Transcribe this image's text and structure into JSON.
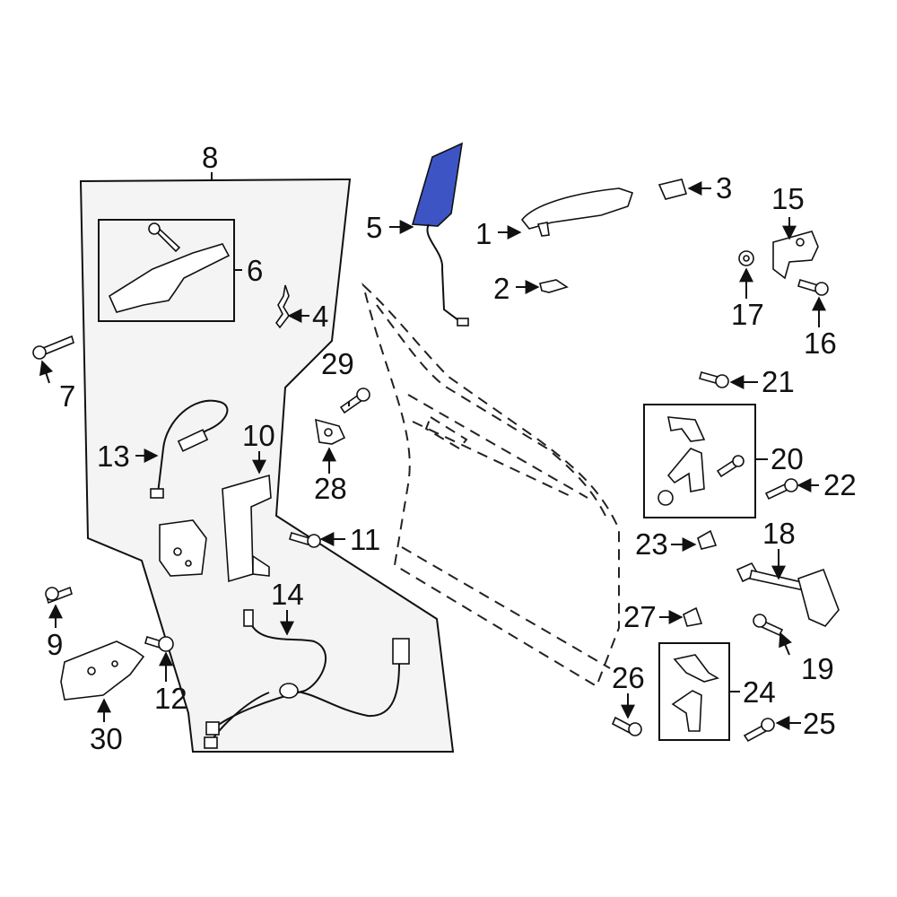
{
  "diagram": {
    "highlight_color": "#3d55c4",
    "callouts": [
      {
        "id": "p1",
        "label": "1"
      },
      {
        "id": "p2",
        "label": "2"
      },
      {
        "id": "p3",
        "label": "3"
      },
      {
        "id": "p4",
        "label": "4"
      },
      {
        "id": "p5",
        "label": "5"
      },
      {
        "id": "p6",
        "label": "6"
      },
      {
        "id": "p7",
        "label": "7"
      },
      {
        "id": "p8",
        "label": "8"
      },
      {
        "id": "p9",
        "label": "9"
      },
      {
        "id": "p10",
        "label": "10"
      },
      {
        "id": "p11",
        "label": "11"
      },
      {
        "id": "p12",
        "label": "12"
      },
      {
        "id": "p13",
        "label": "13"
      },
      {
        "id": "p14",
        "label": "14"
      },
      {
        "id": "p15",
        "label": "15"
      },
      {
        "id": "p16",
        "label": "16"
      },
      {
        "id": "p17",
        "label": "17"
      },
      {
        "id": "p18",
        "label": "18"
      },
      {
        "id": "p19",
        "label": "19"
      },
      {
        "id": "p20",
        "label": "20"
      },
      {
        "id": "p21",
        "label": "21"
      },
      {
        "id": "p22",
        "label": "22"
      },
      {
        "id": "p23",
        "label": "23"
      },
      {
        "id": "p24",
        "label": "24"
      },
      {
        "id": "p25",
        "label": "25"
      },
      {
        "id": "p26",
        "label": "26"
      },
      {
        "id": "p27",
        "label": "27"
      },
      {
        "id": "p28",
        "label": "28"
      },
      {
        "id": "p29",
        "label": "29"
      },
      {
        "id": "p30",
        "label": "30"
      }
    ]
  }
}
